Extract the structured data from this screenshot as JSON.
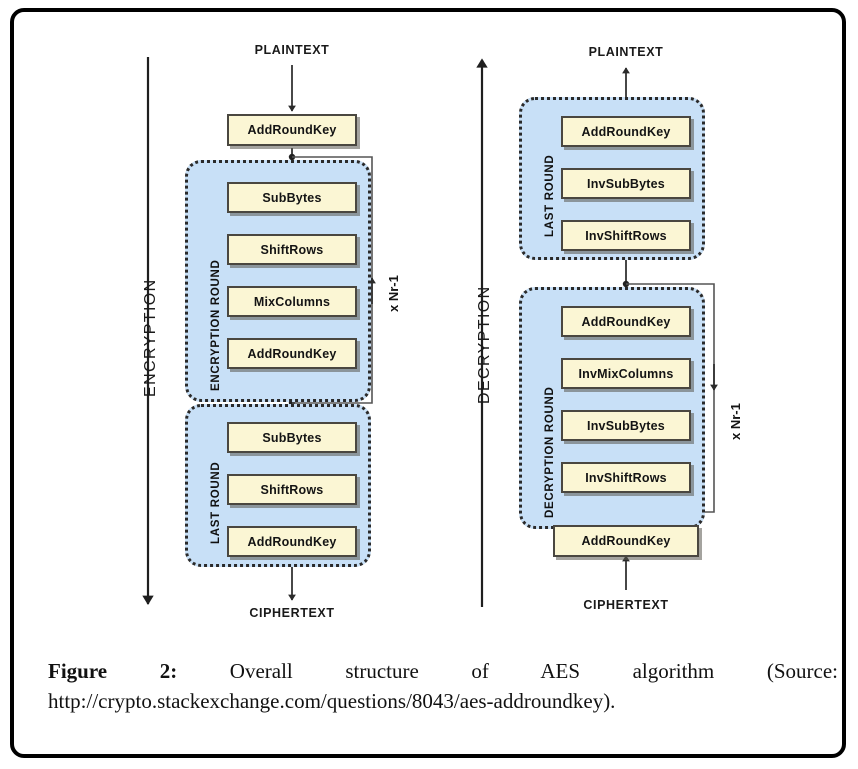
{
  "figure": {
    "caption_lead": "Figure 2:",
    "caption_text": " Overall structure of AES algorithm (Source: http://crypto.stackexchange.com/questions/8043/aes-addroundkey).",
    "frame_border_color": "#000000",
    "background_color": "#ffffff"
  },
  "colors": {
    "op_box_fill": "#fbf6d4",
    "op_box_border": "#4a4740",
    "round_group_fill": "#c8e0f7",
    "round_group_border": "#2a2a2a",
    "wire_color": "#333333",
    "text_color": "#141414"
  },
  "encryption": {
    "axis_label": "ENCRYPTION",
    "axis_direction": "down",
    "input_label": "PLAINTEXT",
    "output_label": "CIPHERTEXT",
    "initial_step": "AddRoundKey",
    "loop_label": "x Nr-1",
    "loop_direction": "up",
    "round_group": {
      "title": "ENCRYPTION ROUND",
      "steps": [
        "SubBytes",
        "ShiftRows",
        "MixColumns",
        "AddRoundKey"
      ]
    },
    "last_round_group": {
      "title": "LAST ROUND",
      "steps": [
        "SubBytes",
        "ShiftRows",
        "AddRoundKey"
      ]
    }
  },
  "decryption": {
    "axis_label": "DECRYPTION",
    "axis_direction": "up",
    "input_label": "CIPHERTEXT",
    "output_label": "PLAINTEXT",
    "initial_step": "AddRoundKey",
    "loop_label": "x Nr-1",
    "loop_direction": "down",
    "round_group": {
      "title": "DECRYPTION ROUND",
      "steps": [
        "AddRoundKey",
        "InvMixColumns",
        "InvSubBytes",
        "InvShiftRows"
      ]
    },
    "last_round_group": {
      "title": "LAST ROUND",
      "steps": [
        "AddRoundKey",
        "InvSubBytes",
        "InvShiftRows"
      ]
    }
  }
}
